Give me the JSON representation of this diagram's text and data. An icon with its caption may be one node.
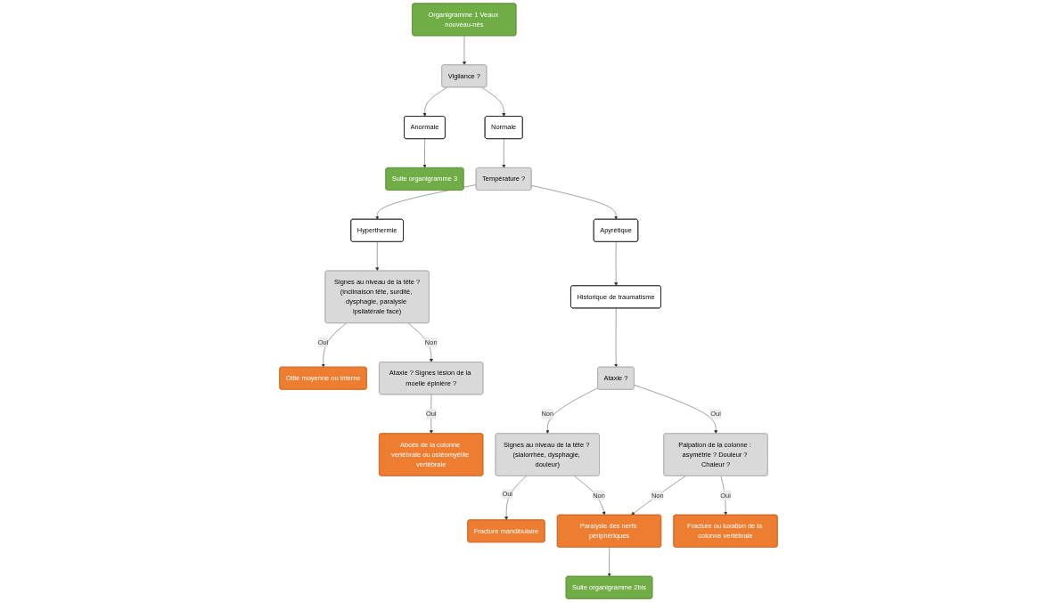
{
  "diagram": {
    "nodes": [
      {
        "text": [
          "Organigramme 1 Veaux nouveau-nés"
        ]
      },
      {
        "text": [
          "Vigilance ?"
        ]
      },
      {
        "text": [
          "Normale"
        ]
      },
      {
        "text": [
          "Anormale"
        ]
      },
      {
        "text": [
          "Suite organigramme 3"
        ]
      },
      {
        "text": [
          "Température ?"
        ]
      },
      {
        "text": [
          "Hyperthermie"
        ]
      },
      {
        "text": [
          "Apyrétique"
        ]
      },
      {
        "text": [
          "Otite moyenne ou interne"
        ]
      },
      {
        "text": [
          "Signes au niveau de la tête ?",
          "(inclinaison tête, surdité, dysphagie, paralysie ipsilatérale face)"
        ]
      },
      {
        "text": [
          "Ataxie ? Signes lésion de la moelle épinière ?"
        ]
      },
      {
        "text": [
          "Abcès de la colonne vertébrale ou ostéomyélite vertébrale"
        ]
      },
      {
        "text": [
          "Historique de traumatisme"
        ]
      },
      {
        "text": [
          "Fracture mandibulaire"
        ]
      },
      {
        "text": [
          "Ataxie ?"
        ]
      },
      {
        "text": [
          "Signes au niveau de la tête ? (sialorrhée, dysphagie, douleur)"
        ]
      },
      {
        "text": [
          "Suite organigramme 2bis"
        ]
      },
      {
        "text": [
          "Paralysie des nerfs périphériques"
        ]
      },
      {
        "text": [
          "Palpation de la colonne : asymétrie ? Douleur ? Chaleur ?"
        ]
      },
      {
        "text": [
          "Fracture ou luxation de la colonne vertébrale"
        ]
      }
    ],
    "edges": [
      {
        "from": 0,
        "to": 1,
        "arrow": "to"
      },
      {
        "from": 1,
        "to": 2,
        "arrow": "to"
      },
      {
        "from": 1,
        "to": 3,
        "arrow": "to"
      },
      {
        "from": 3,
        "to": 4,
        "arrow": "to"
      },
      {
        "from": 2,
        "to": 5,
        "arrow": "to"
      },
      {
        "from": 5,
        "to": 6,
        "arrow": "to"
      },
      {
        "from": 5,
        "to": 7,
        "arrow": "to"
      },
      {
        "from": 6,
        "to": 9,
        "arrow": "to"
      },
      {
        "from": 9,
        "to": 8,
        "arrow": "to",
        "label": "Oui"
      },
      {
        "from": 9,
        "to": 10,
        "arrow": "to",
        "label": "Non"
      },
      {
        "from": 10,
        "to": 11,
        "arrow": "to",
        "label": "Oui"
      },
      {
        "from": 7,
        "to": 12,
        "arrow": "to"
      },
      {
        "from": 12,
        "to": 14,
        "arrow": "to"
      },
      {
        "from": 14,
        "to": 15,
        "arrow": "to",
        "label": "Non"
      },
      {
        "from": 15,
        "to": 13,
        "arrow": "to",
        "label": "Oui"
      },
      {
        "from": 15,
        "to": 17,
        "arrow": "to",
        "label": "Non"
      },
      {
        "from": 14,
        "to": 18,
        "arrow": "to",
        "label": "Oui"
      },
      {
        "from": 18,
        "to": 17,
        "arrow": "to",
        "label": "Non"
      },
      {
        "from": 18,
        "to": 19,
        "arrow": "to",
        "label": "Oui"
      },
      {
        "from": 17,
        "to": 16,
        "arrow": "to"
      }
    ]
  }
}
